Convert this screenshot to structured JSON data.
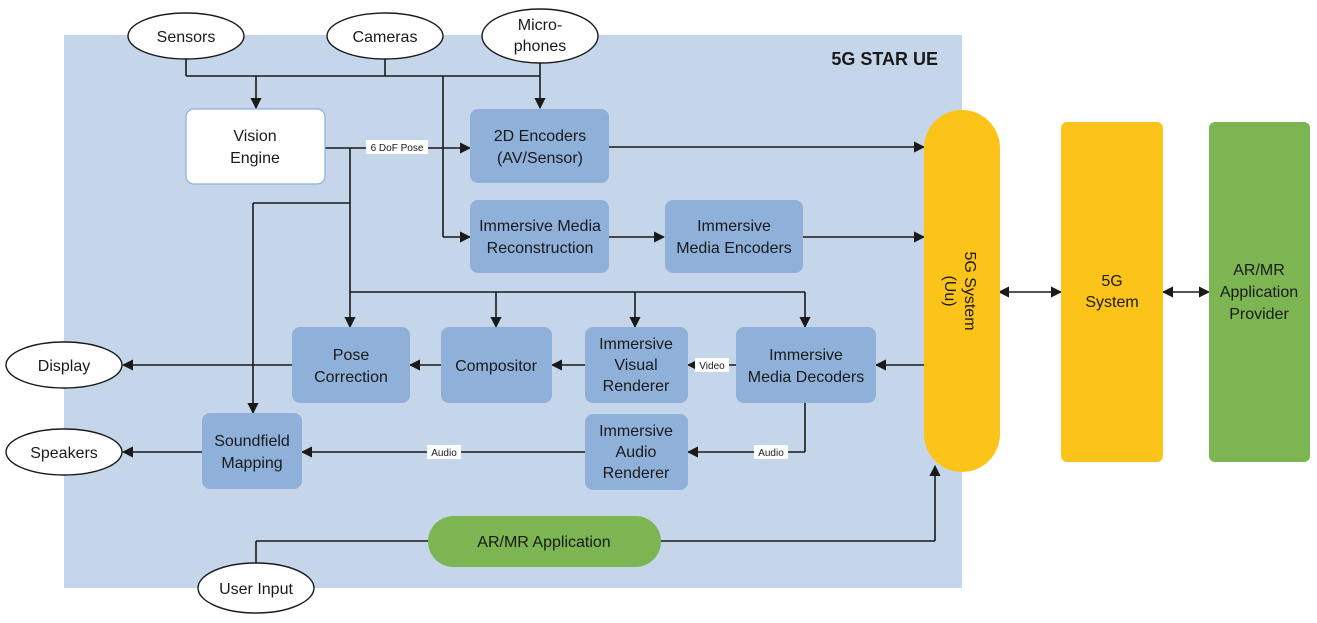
{
  "title": "5G STAR UE",
  "external_inputs": {
    "sensors": "Sensors",
    "cameras": "Cameras",
    "microphones": [
      "Micro-",
      "phones"
    ],
    "user_input": "User Input"
  },
  "external_outputs": {
    "display": "Display",
    "speakers": "Speakers"
  },
  "blocks": {
    "vision_engine": [
      "Vision",
      "Engine"
    ],
    "encoders_2d": [
      "2D Encoders",
      "(AV/Sensor)"
    ],
    "media_reconstruction": [
      "Immersive Media",
      "Reconstruction"
    ],
    "media_encoders": [
      "Immersive",
      "Media Encoders"
    ],
    "pose_correction": [
      "Pose",
      "Correction"
    ],
    "compositor": "Compositor",
    "visual_renderer": [
      "Immersive",
      "Visual",
      "Renderer"
    ],
    "media_decoders": [
      "Immersive",
      "Media Decoders"
    ],
    "soundfield_mapping": [
      "Soundfield",
      "Mapping"
    ],
    "audio_renderer": [
      "Immersive",
      "Audio",
      "Renderer"
    ],
    "ar_mr_application": "AR/MR Application",
    "system_uu": [
      "5G System",
      "(Uu)"
    ],
    "system_5g": [
      "5G",
      "System"
    ],
    "app_provider": [
      "AR/MR",
      "Application",
      "Provider"
    ]
  },
  "edge_labels": {
    "pose": "6 DoF Pose",
    "video": "Video",
    "audio_left": "Audio",
    "audio_right": "Audio"
  },
  "colors": {
    "ue_background": "#c5d5ea",
    "block_blue": "#8eb0d9",
    "vision_engine_fill": "#ffffff",
    "yellow": "#fcc419",
    "green": "#7cb552",
    "line": "#1a1a1a"
  }
}
